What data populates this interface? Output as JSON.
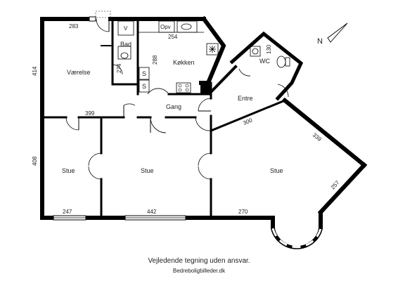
{
  "rooms": {
    "vaerelse": "Værelse",
    "bad": "Bad",
    "koekken": "Køkken",
    "wc": "WC",
    "entre": "Entre",
    "gang": "Gang",
    "stue_left": "Stue",
    "stue_mid": "Stue",
    "stue_right": "Stue"
  },
  "fixtures": {
    "v": "V",
    "opv": "Opv",
    "s_top": "S",
    "s_bottom": "S"
  },
  "dimensions": {
    "d283": "283",
    "d254": "254",
    "d288": "288",
    "d274": "274",
    "d414": "414",
    "d399": "399",
    "d408": "408",
    "d247": "247",
    "d442": "442",
    "d270": "270",
    "d300": "300",
    "d339": "339",
    "d257": "257",
    "d130": "130"
  },
  "compass": {
    "label": "N"
  },
  "footer": {
    "disclaimer": "Vejledende tegning uden ansvar.",
    "source": "Bedreboligbilleder.dk"
  }
}
